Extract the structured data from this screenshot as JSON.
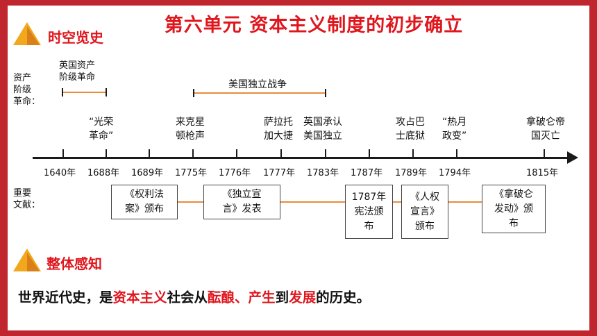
{
  "title": "第六单元 资本主义制度的初步确立",
  "sections": {
    "timeline": "时空览史",
    "overview": "整体感知"
  },
  "row_labels": {
    "revolution": [
      "资产",
      "阶级",
      "革命："
    ],
    "documents": [
      "重要",
      "文献："
    ]
  },
  "spans": {
    "english": [
      "英国资产",
      "阶级革命"
    ],
    "american": "美国独立战争"
  },
  "events": {
    "glorious": [
      "“光荣",
      "革命”"
    ],
    "lexington": [
      "来克星",
      "顿枪声"
    ],
    "saratoga": [
      "萨拉托",
      "加大捷"
    ],
    "recognize": [
      "英国承认",
      "美国独立"
    ],
    "bastille": [
      "攻占巴",
      "士底狱"
    ],
    "thermidor": [
      "“热月",
      "政变”"
    ],
    "napoleon": [
      "拿破仑帝",
      "国灭亡"
    ]
  },
  "years": [
    "1640年",
    "1688年",
    "1689年",
    "1775年",
    "1776年",
    "1777年",
    "1783年",
    "1787年",
    "1789年",
    "1794年",
    "1815年"
  ],
  "documents": {
    "bill_of_rights": [
      "《权利法",
      "案》颁布"
    ],
    "declaration": [
      "《独立宣",
      "言》发表"
    ],
    "constitution": [
      "1787年",
      "宪法颁",
      "布"
    ],
    "rights_of_man": [
      "《人权",
      "宣言》",
      "颁布"
    ],
    "code": [
      "《拿破仑",
      "发动》颁",
      "布"
    ]
  },
  "summary": [
    "世界近代史，是",
    "资本主义",
    "社会从",
    "酝酿、产生",
    "到",
    "发展",
    "的历史。"
  ]
}
